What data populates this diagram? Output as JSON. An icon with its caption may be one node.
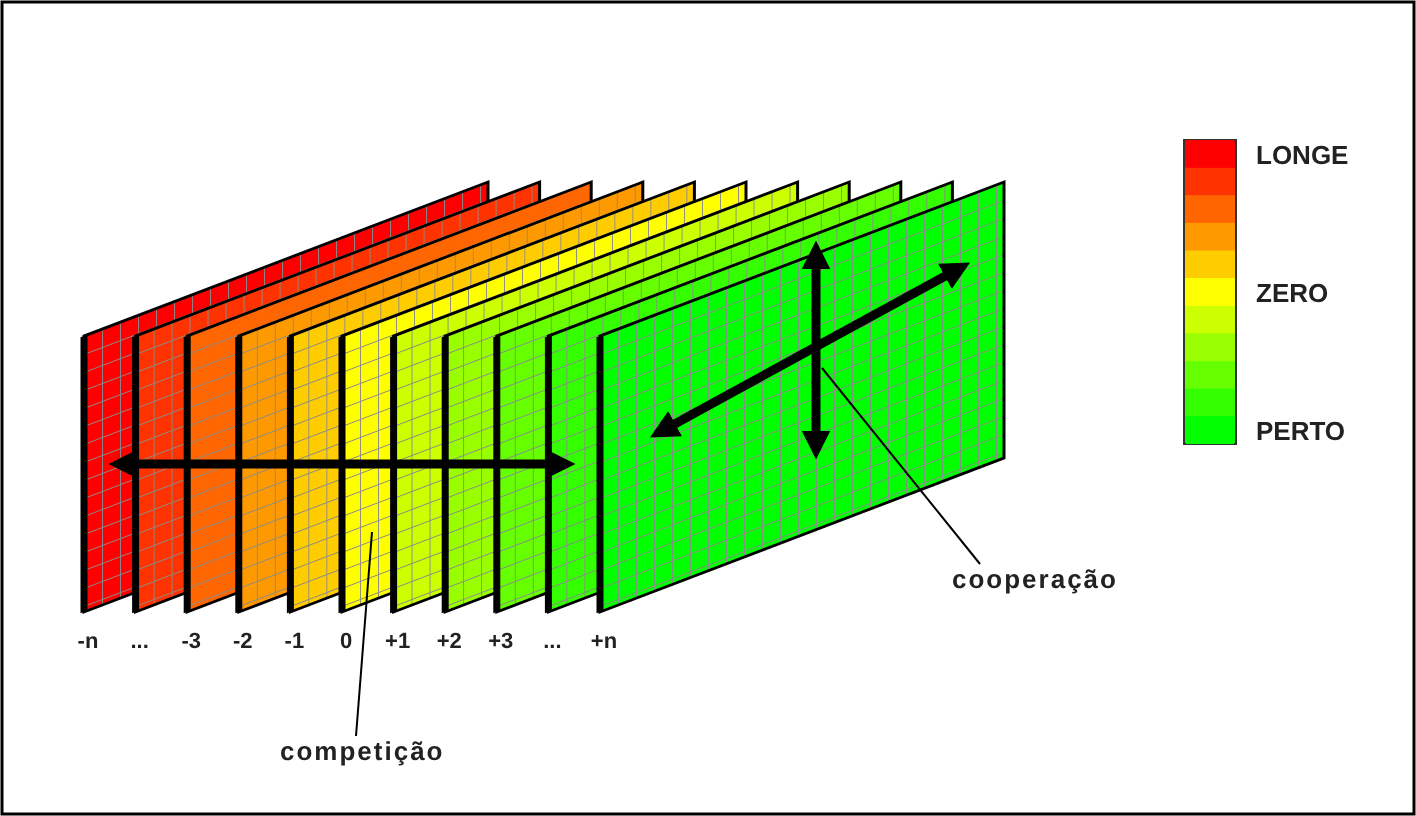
{
  "diagram": {
    "nodes": [
      {
        "text": [],
        "shape": "box"
      },
      {
        "text": [
          "cooperação"
        ]
      },
      {
        "text": [],
        "shape": "box"
      },
      {
        "text": [
          "competição"
        ]
      }
    ],
    "edges": [
      {
        "from": 1,
        "to": 0,
        "arrow": "none"
      },
      {
        "from": 3,
        "to": 2,
        "arrow": "none"
      }
    ],
    "labels": [
      "-n",
      "...",
      "-3",
      "-2",
      "-1",
      "0",
      "+1",
      "+2",
      "+3",
      "...",
      "+n"
    ],
    "legend": [
      {
        "text": "LONGE",
        "color": "#ff0000"
      },
      {
        "text": "ZERO",
        "color": "#ffff00"
      },
      {
        "text": "PERTO",
        "color": "#00ff00"
      }
    ]
  }
}
